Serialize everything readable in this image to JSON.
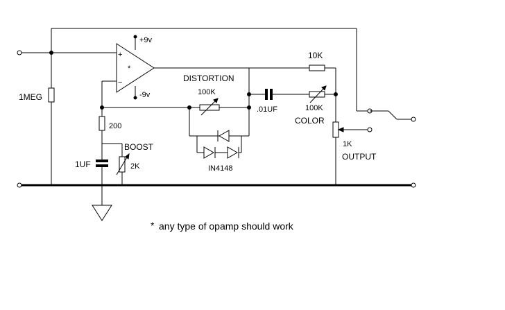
{
  "opamp": {
    "plus_sign": "+",
    "minus_sign": "−",
    "star": "*",
    "supply_positive": "+9v",
    "supply_negative": "-9v"
  },
  "labels": {
    "input_resistor": "1MEG",
    "distortion": "DISTORTION",
    "distortion_pot": "100K",
    "coupling_cap": ".01UF",
    "output_resistor": "10K",
    "color_pot_value": "100K",
    "color": "COLOR",
    "resistor_200": "200",
    "boost": "BOOST",
    "boost_cap": "1UF",
    "boost_pot": "2K",
    "diodes": "IN4148",
    "output_pot_value": "1K",
    "output": "OUTPUT"
  },
  "note": {
    "star": "*",
    "text": "any type of opamp should work"
  }
}
